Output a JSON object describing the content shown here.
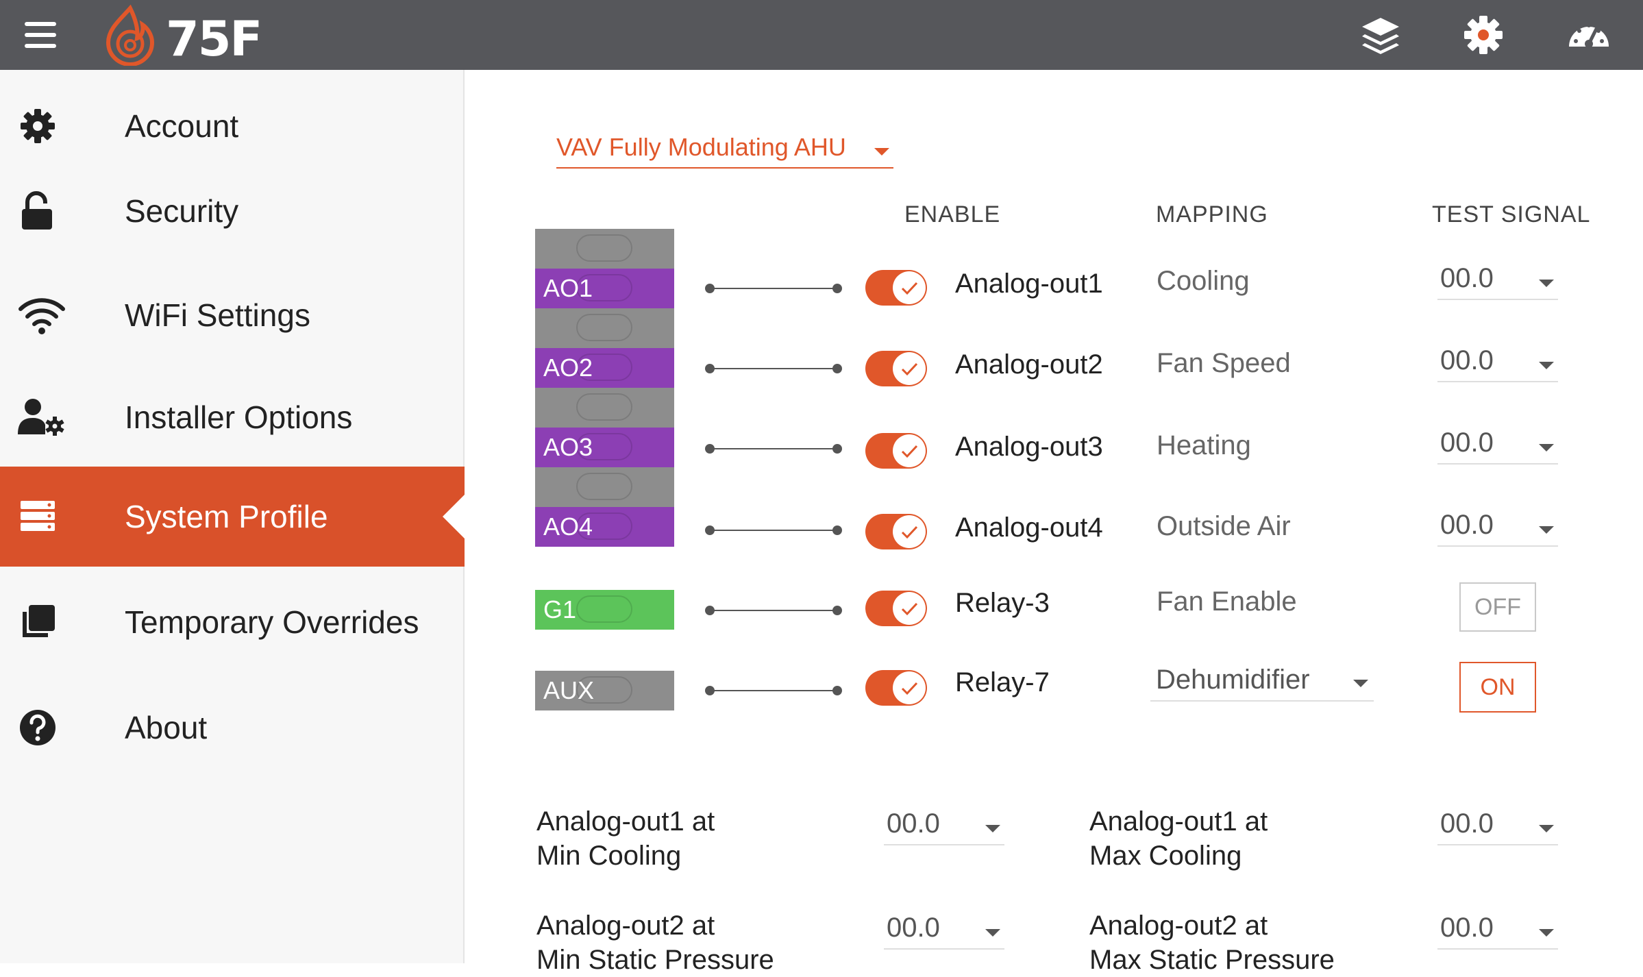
{
  "app": {
    "brand": "75F"
  },
  "sidebar": {
    "items": [
      {
        "label": "Account",
        "icon": "gear-icon"
      },
      {
        "label": "Security",
        "icon": "unlock-icon"
      },
      {
        "label": "WiFi Settings",
        "icon": "wifi-icon"
      },
      {
        "label": "Installer Options",
        "icon": "user-gear-icon"
      },
      {
        "label": "System Profile",
        "icon": "server-icon",
        "active": true
      },
      {
        "label": "Temporary Overrides",
        "icon": "copy-icon"
      },
      {
        "label": "About",
        "icon": "help-icon"
      }
    ]
  },
  "profile": {
    "selected": "VAV Fully Modulating AHU"
  },
  "columns": {
    "enable": "ENABLE",
    "mapping": "MAPPING",
    "test": "TEST SIGNAL"
  },
  "ports": {
    "ao1": "AO1",
    "ao2": "AO2",
    "ao3": "AO3",
    "ao4": "AO4",
    "g1": "G1",
    "aux": "AUX"
  },
  "rows": [
    {
      "label": "Analog-out1",
      "mapping": "Cooling",
      "test": "00.0",
      "enabled": true
    },
    {
      "label": "Analog-out2",
      "mapping": "Fan Speed",
      "test": "00.0",
      "enabled": true
    },
    {
      "label": "Analog-out3",
      "mapping": "Heating",
      "test": "00.0",
      "enabled": true
    },
    {
      "label": "Analog-out4",
      "mapping": "Outside Air",
      "test": "00.0",
      "enabled": true
    },
    {
      "label": "Relay-3",
      "mapping": "Fan Enable",
      "test": "OFF",
      "enabled": true
    },
    {
      "label": "Relay-7",
      "mapping": "Dehumidifier",
      "test": "ON",
      "enabled": true
    }
  ],
  "ranges": [
    {
      "min_line1": "Analog-out1 at",
      "min_line2": "Min Cooling",
      "min_value": "00.0",
      "max_line1": "Analog-out1 at",
      "max_line2": "Max Cooling",
      "max_value": "00.0"
    },
    {
      "min_line1": "Analog-out2 at",
      "min_line2": "Min Static Pressure",
      "min_value": "00.0",
      "max_line1": "Analog-out2 at",
      "max_line2": "Max Static Pressure",
      "max_value": "00.0"
    }
  ],
  "colors": {
    "accent": "#e0572a",
    "topbar": "#56575b",
    "purple": "#8c3fb4",
    "green": "#5cc45a"
  }
}
